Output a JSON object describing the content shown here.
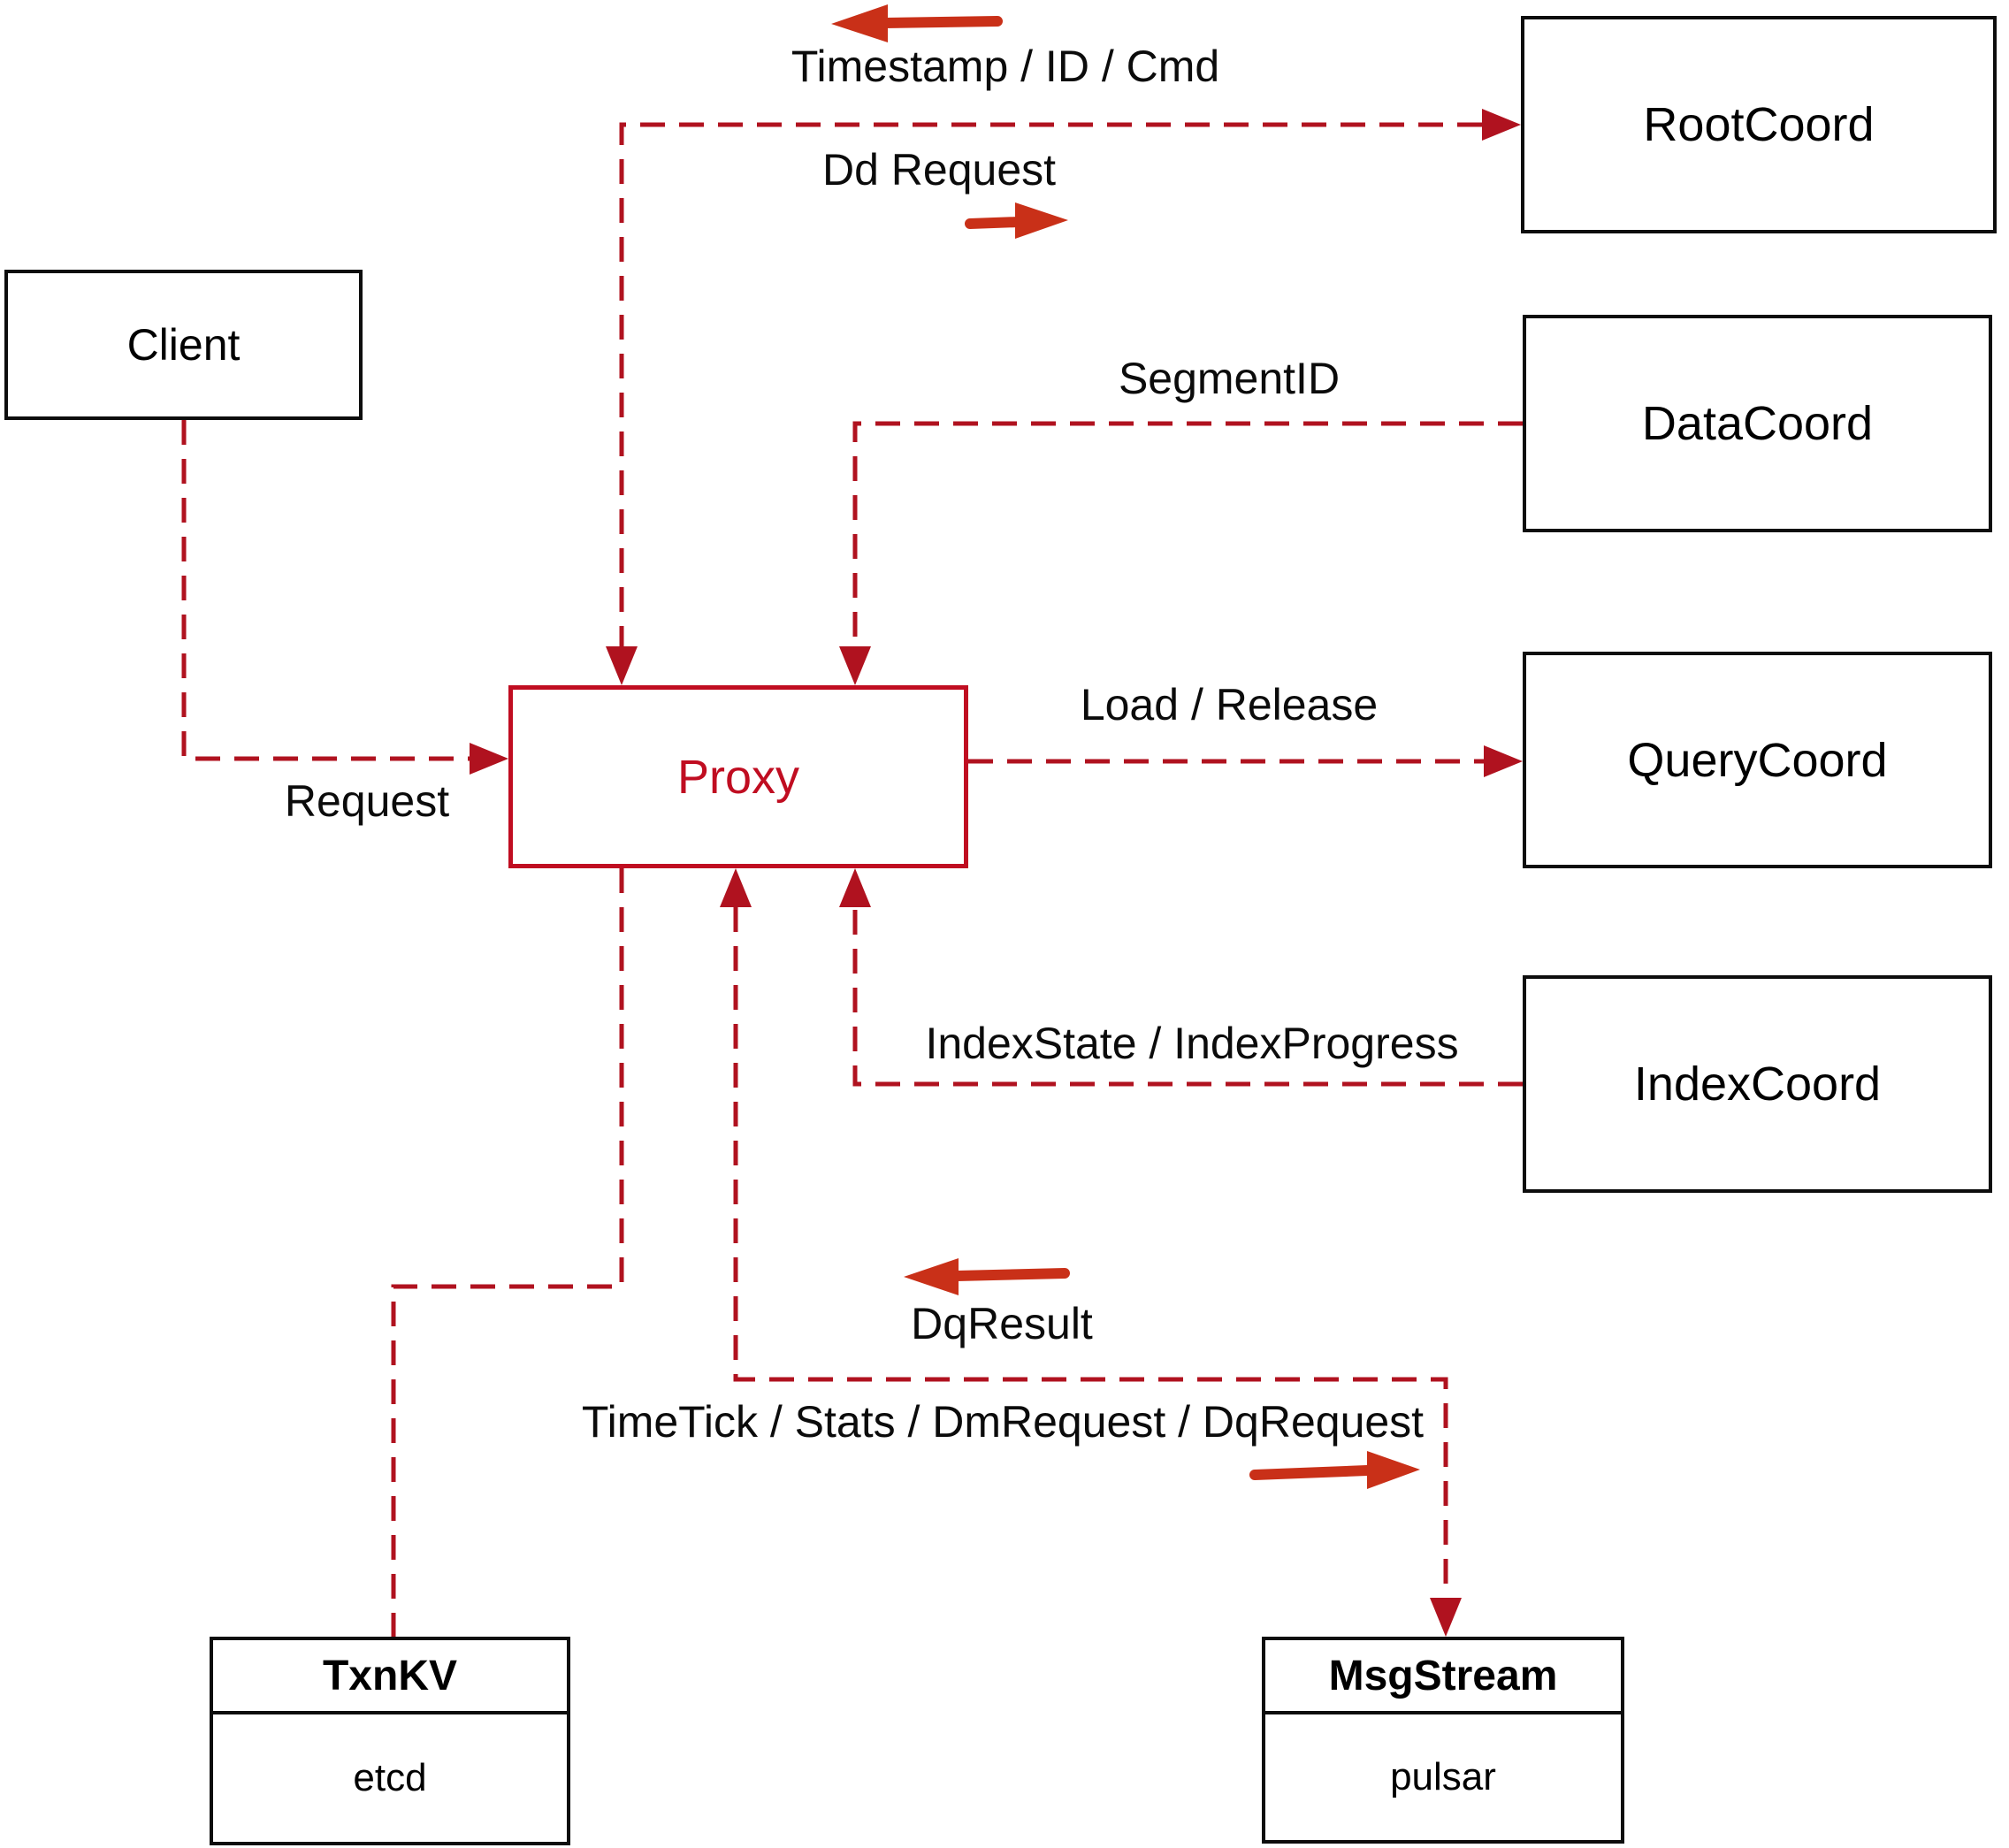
{
  "diagram": {
    "nodes": {
      "client": {
        "label": "Client"
      },
      "proxy": {
        "label": "Proxy"
      },
      "root_coord": {
        "label": "RootCoord"
      },
      "data_coord": {
        "label": "DataCoord"
      },
      "query_coord": {
        "label": "QueryCoord"
      },
      "index_coord": {
        "label": "IndexCoord"
      },
      "txn_kv": {
        "title": "TxnKV",
        "impl": "etcd"
      },
      "msg_stream": {
        "title": "MsgStream",
        "impl": "pulsar"
      }
    },
    "edge_labels": {
      "timestamp": "Timestamp / ID / Cmd",
      "dd_request": "Dd Request",
      "segment_id": "SegmentID",
      "load_release": "Load / Release",
      "request": "Request",
      "index_state": "IndexState / IndexProgress",
      "dq_result": "DqResult",
      "time_tick": "TimeTick / Stats / DmRequest / DqRequest"
    },
    "colors": {
      "connector_red": "#b0121f",
      "proxy_red": "#c00d21",
      "direction_arrow_red": "#c93018",
      "box_border_black": "#0d0d0d"
    }
  }
}
